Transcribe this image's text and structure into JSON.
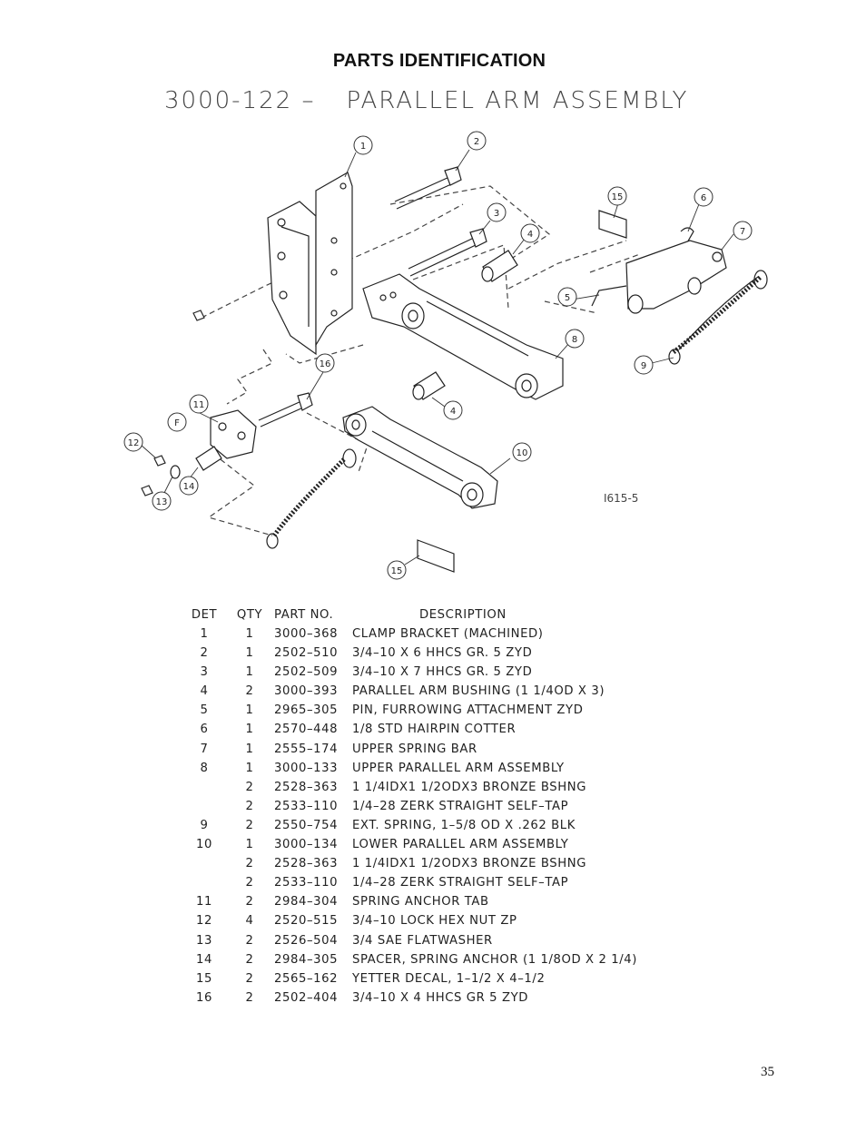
{
  "page": {
    "heading": "PARTS IDENTIFICATION",
    "page_number": "35"
  },
  "assembly": {
    "number": "3000-122 –",
    "name": "PARALLEL ARM ASSEMBLY",
    "drawing_ref": "I615-5",
    "balloons": [
      "1",
      "2",
      "3",
      "4",
      "5",
      "6",
      "7",
      "8",
      "9",
      "10",
      "11",
      "12",
      "13",
      "14",
      "15",
      "16",
      "F"
    ]
  },
  "parts_table": {
    "headers": {
      "det": "DET",
      "qty": "QTY",
      "part": "PART NO.",
      "desc": "DESCRIPTION"
    },
    "rows": [
      {
        "det": "1",
        "qty": "1",
        "part": "3000–368",
        "desc": "CLAMP BRACKET (MACHINED)"
      },
      {
        "det": "2",
        "qty": "1",
        "part": "2502–510",
        "desc": "3/4–10 X 6 HHCS GR. 5 ZYD"
      },
      {
        "det": "3",
        "qty": "1",
        "part": "2502–509",
        "desc": "3/4–10 X 7 HHCS GR. 5 ZYD"
      },
      {
        "det": "4",
        "qty": "2",
        "part": "3000–393",
        "desc": "PARALLEL ARM BUSHING (1 1/4OD X 3)"
      },
      {
        "det": "5",
        "qty": "1",
        "part": "2965–305",
        "desc": "PIN, FURROWING ATTACHMENT ZYD"
      },
      {
        "det": "6",
        "qty": "1",
        "part": "2570–448",
        "desc": "1/8 STD HAIRPIN COTTER"
      },
      {
        "det": "7",
        "qty": "1",
        "part": "2555–174",
        "desc": "UPPER SPRING BAR"
      },
      {
        "det": "8",
        "qty": "1",
        "part": "3000–133",
        "desc": "UPPER PARALLEL ARM ASSEMBLY"
      },
      {
        "det": "",
        "qty": "2",
        "part": "2528–363",
        "desc": "1 1/4IDX1 1/2ODX3 BRONZE BSHNG"
      },
      {
        "det": "",
        "qty": "2",
        "part": "2533–110",
        "desc": "1/4–28 ZERK STRAIGHT SELF–TAP"
      },
      {
        "det": "9",
        "qty": "2",
        "part": "2550–754",
        "desc": "EXT. SPRING, 1–5/8 OD X .262 BLK"
      },
      {
        "det": "10",
        "qty": "1",
        "part": "3000–134",
        "desc": "LOWER PARALLEL ARM ASSEMBLY"
      },
      {
        "det": "",
        "qty": "2",
        "part": "2528–363",
        "desc": "1 1/4IDX1 1/2ODX3 BRONZE BSHNG"
      },
      {
        "det": "",
        "qty": "2",
        "part": "2533–110",
        "desc": "1/4–28 ZERK STRAIGHT SELF–TAP"
      },
      {
        "det": "11",
        "qty": "2",
        "part": "2984–304",
        "desc": "SPRING ANCHOR TAB"
      },
      {
        "det": "12",
        "qty": "4",
        "part": "2520–515",
        "desc": "3/4–10 LOCK HEX NUT ZP"
      },
      {
        "det": "13",
        "qty": "2",
        "part": "2526–504",
        "desc": "3/4 SAE FLATWASHER"
      },
      {
        "det": "14",
        "qty": "2",
        "part": "2984–305",
        "desc": "SPACER, SPRING ANCHOR (1 1/8OD X 2 1/4)"
      },
      {
        "det": "15",
        "qty": "2",
        "part": "2565–162",
        "desc": "YETTER DECAL, 1–1/2 X 4–1/2"
      },
      {
        "det": "16",
        "qty": "2",
        "part": "2502–404",
        "desc": "3/4–10 X 4 HHCS GR 5 ZYD"
      }
    ]
  }
}
